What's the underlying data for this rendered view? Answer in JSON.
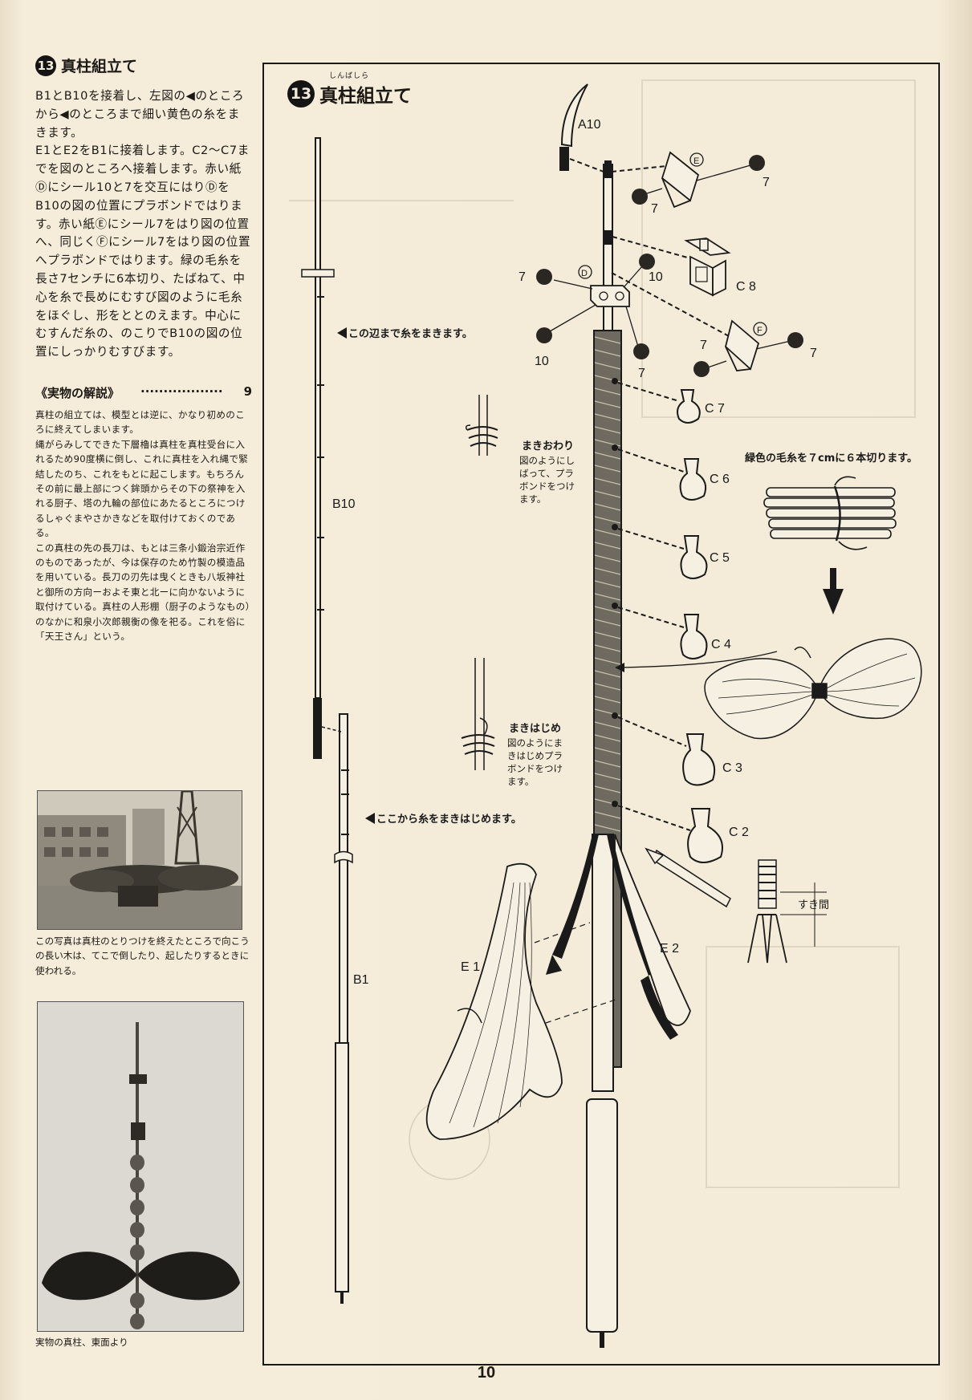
{
  "section": {
    "number": "13",
    "title": "真柱組立て",
    "body": "B1とB10を接着し、左図の◀のところから◀のところまで細い黄色の糸をまきます。\nE1とE2をB1に接着します。C2〜C7までを図のところへ接着します。赤い紙Ⓓにシール10と7を交互にはりⒹをB10の図の位置にプラボンドではります。赤い紙Ⓔにシール7をはり図の位置へ、同じくⒻにシール7をはり図の位置へプラボンドではります。緑の毛糸を長さ7センチに6本切り、たばねて、中心を糸で長めにむすび図のように毛糸をほぐし、形をととのえます。中心にむすんだ糸の、のこりでB10の図の位置にしっかりむすびます。"
  },
  "explanation": {
    "heading": "《実物の解説》",
    "page_ref": "9",
    "body": "真柱の組立ては、模型とは逆に、かなり初めのころに終えてしまいます。\n縄がらみしてできた下層櫓は真柱を真柱受台に入れるため90度横に倒し、これに真柱を入れ縄で緊結したのち、これをもとに起こします。もちろんその前に最上部につく鉾頭からその下の祭神を入れる厨子、塔の九輪の部位にあたるところにつけるしゃぐまやさかきなどを取付けておくのである。\nこの真柱の先の長刀は、もとは三条小鍛治宗近作のものであったが、今は保存のため竹製の模造品を用いている。長刀の刃先は曳くときも八坂神社と御所の方向ーおよそ東と北ーに向かないように取付けている。真柱の人形棚（厨子のようなもの）のなかに和泉小次郎親衡の像を祀る。これを俗に「天王さん」という。"
  },
  "photos": [
    {
      "caption": "この写真は真柱のとりつけを終えたところで向こうの長い木は、てこで倒したり、起したりするときに使われる。"
    },
    {
      "caption": "実物の真柱、東面より"
    }
  ],
  "figure": {
    "number": "13",
    "title": "真柱組立て",
    "ruby": "しんばしら",
    "parts": {
      "a10": "A10",
      "b10": "B10",
      "b1": "B1",
      "c2": "C 2",
      "c3": "C 3",
      "c4": "C 4",
      "c5": "C 5",
      "c6": "C 6",
      "c7": "C 7",
      "c8": "C 8",
      "e1": "E 1",
      "e2": "E 2"
    },
    "paper_marks": {
      "d": "D",
      "e": "E",
      "f": "F"
    },
    "seal_numbers": {
      "seven": "7",
      "ten": "10"
    },
    "notes": {
      "wrap_end_pointer": "この辺まで糸をまきます。",
      "wrap_start_pointer": "ここから糸をまきはじめます。",
      "wrap_end_title": "まきおわり",
      "wrap_end_body": "図のようにしばって、プラボンドをつけます。",
      "wrap_start_title": "まきはじめ",
      "wrap_start_body": "図のようにまきはじめプラボンドをつけます。",
      "yarn_instruction": "緑色の毛糸を７cmに６本切ります。",
      "gap_label": "すき間"
    }
  },
  "page_number": "10"
}
